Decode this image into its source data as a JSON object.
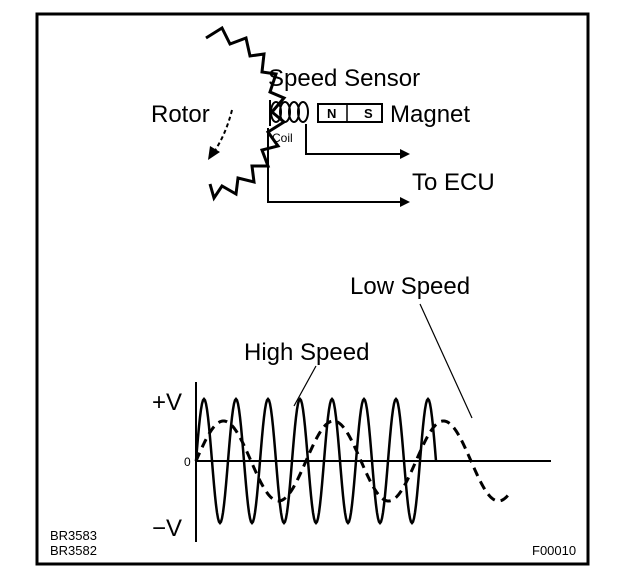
{
  "labels": {
    "speed_sensor": "Speed Sensor",
    "rotor": "Rotor",
    "magnet": "Magnet",
    "coil": "Coil",
    "to_ecu": "To ECU",
    "magnet_n": "N",
    "magnet_s": "S",
    "low_speed": "Low Speed",
    "high_speed": "High Speed",
    "plus_v": "+V",
    "minus_v": "−V",
    "zero": "0"
  },
  "codes": {
    "ref1": "BR3583",
    "ref2": "BR3582",
    "figure": "F00010"
  },
  "colors": {
    "ink": "#000000",
    "paper": "#ffffff"
  }
}
